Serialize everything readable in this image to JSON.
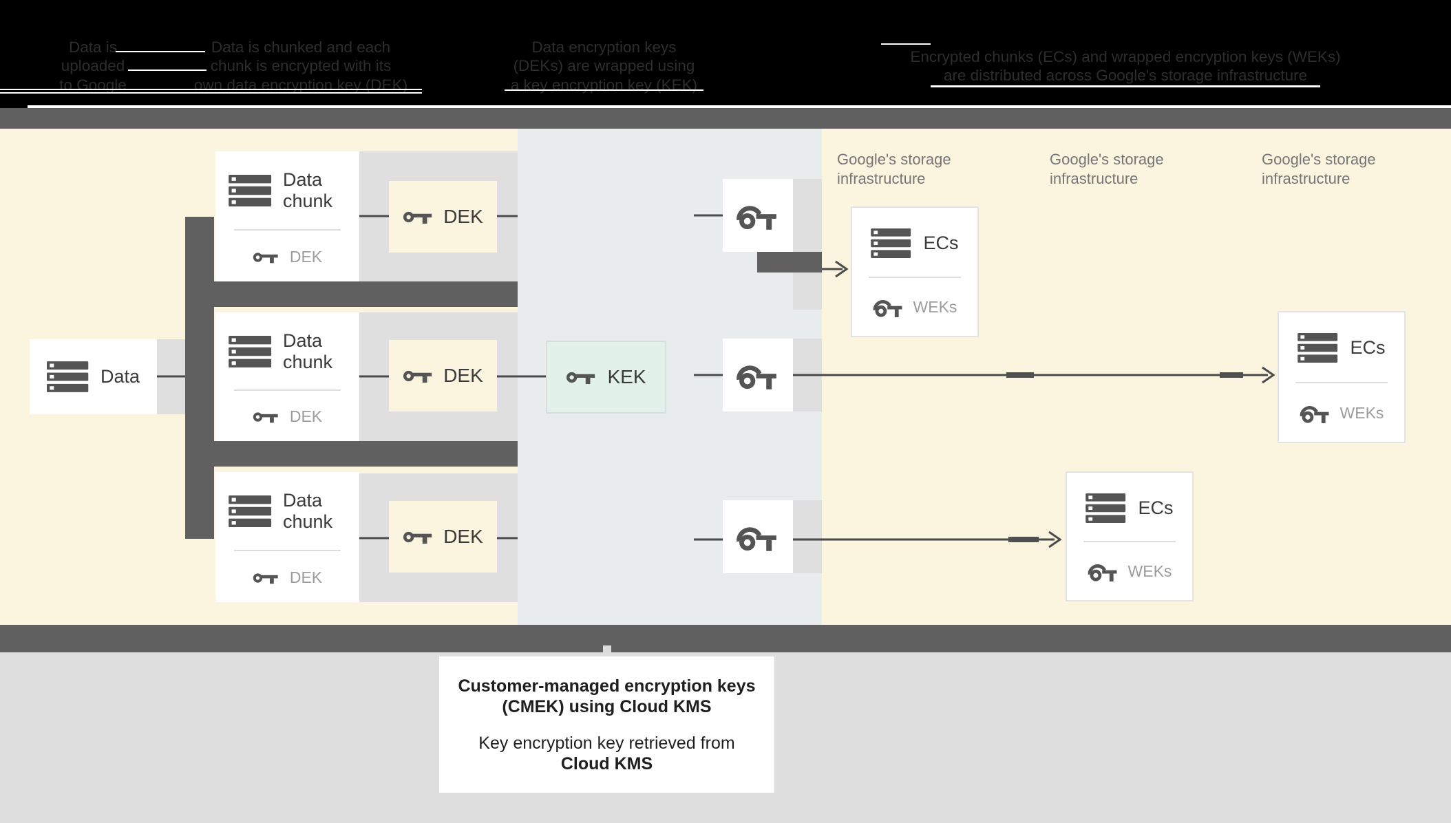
{
  "header": {
    "background": "#000000",
    "text_color": "#2d2d2d",
    "steps": [
      {
        "lines": [
          "Data is",
          "uploaded",
          "to Google"
        ]
      },
      {
        "lines": [
          "Data is chunked and each",
          "chunk is encrypted with its",
          "own data encryption key (DEK)"
        ]
      },
      {
        "lines": [
          "Data encryption keys",
          "(DEKs) are wrapped using",
          "a key encryption key (KEK)"
        ]
      },
      {
        "lines": [
          "Encrypted chunks (ECs) and wrapped encryption keys (WEKs)",
          "are distributed across Google's storage infrastructure"
        ]
      }
    ]
  },
  "diagram": {
    "data_box": {
      "label": "Data"
    },
    "chunk_boxes": [
      {
        "title": "Data chunk",
        "sub_key_label": "DEK"
      },
      {
        "title": "Data chunk",
        "sub_key_label": "DEK"
      },
      {
        "title": "Data chunk",
        "sub_key_label": "DEK"
      }
    ],
    "dek_labels": [
      "DEK",
      "DEK",
      "DEK"
    ],
    "kek_box": {
      "label": "KEK"
    },
    "storage_labels": [
      {
        "lines": [
          "Google's storage",
          "infrastructure"
        ]
      },
      {
        "lines": [
          "Google's storage",
          "infrastructure"
        ]
      },
      {
        "lines": [
          "Google's storage",
          "infrastructure"
        ]
      }
    ],
    "ec_boxes": [
      {
        "title": "ECs",
        "sub_key_label": "WEKs"
      },
      {
        "title": "ECs",
        "sub_key_label": "WEKs"
      },
      {
        "title": "ECs",
        "sub_key_label": "WEKs"
      }
    ]
  },
  "caption": {
    "line1": "Customer-managed encryption keys",
    "line2": "(CMEK) using Cloud KMS",
    "line3": "Key encryption key retrieved from",
    "line4": "Cloud KMS"
  },
  "colors": {
    "cream_background": "#FBF5E0",
    "kms_region_background": "#E8ECEC",
    "kek_fill": "#E2F1E9",
    "kek_border": "#D7DEDB",
    "dark_band": "#606060",
    "light_slab": "#DFDFDF",
    "footer_gray": "#DEDEDE",
    "icon_gray": "#545454",
    "line_gray": "#4A4A4A",
    "label_dark": "#3A3A3A",
    "label_muted": "#9C9C9C",
    "storage_label_gray": "#757575"
  }
}
